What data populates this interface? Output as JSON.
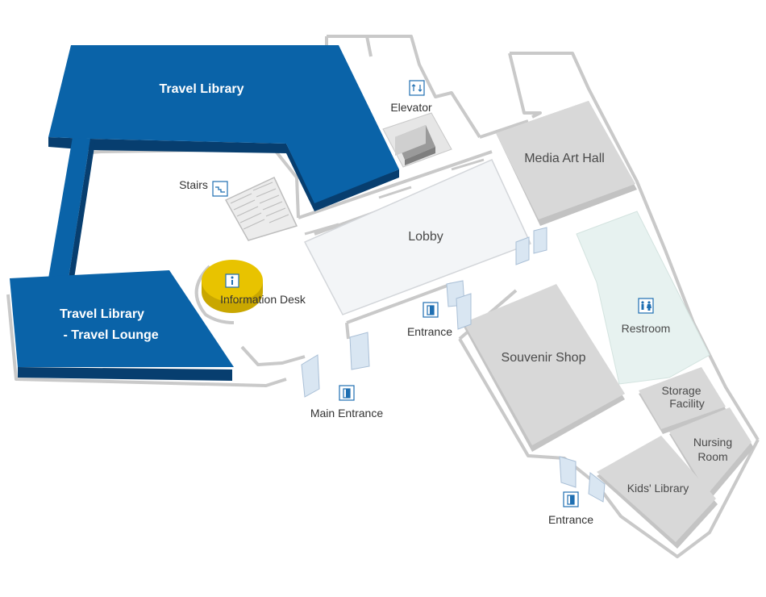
{
  "map": {
    "rooms": {
      "travel_library": "Travel Library",
      "travel_lounge_line1": "Travel Library",
      "travel_lounge_line2": " - Travel Lounge",
      "lobby": "Lobby",
      "media_art_hall": "Media Art Hall",
      "souvenir_shop": "Souvenir Shop",
      "restroom": "Restroom",
      "storage_line1": "Storage",
      "storage_line2": "Facility",
      "nursing_line1": "Nursing",
      "nursing_line2": "Room",
      "kids_library": "Kids' Library"
    },
    "points": {
      "elevator": "Elevator",
      "stairs": "Stairs",
      "information_desk": "Information Desk",
      "entrance_center": "Entrance",
      "main_entrance": "Main Entrance",
      "entrance_bottom": "Entrance"
    },
    "icons": {
      "elevator": "elevator-icon",
      "stairs": "stairs-icon",
      "information": "info-icon",
      "restroom": "restroom-icon",
      "entrance": "door-icon"
    },
    "colors": {
      "library_blue": "#0a63a8",
      "library_blue_side": "#073e6f",
      "room_gray": "#d8d8d8",
      "restroom_tint": "#e8f3f1",
      "info_yellow": "#e8c300",
      "outline": "#c8c8c8"
    }
  }
}
